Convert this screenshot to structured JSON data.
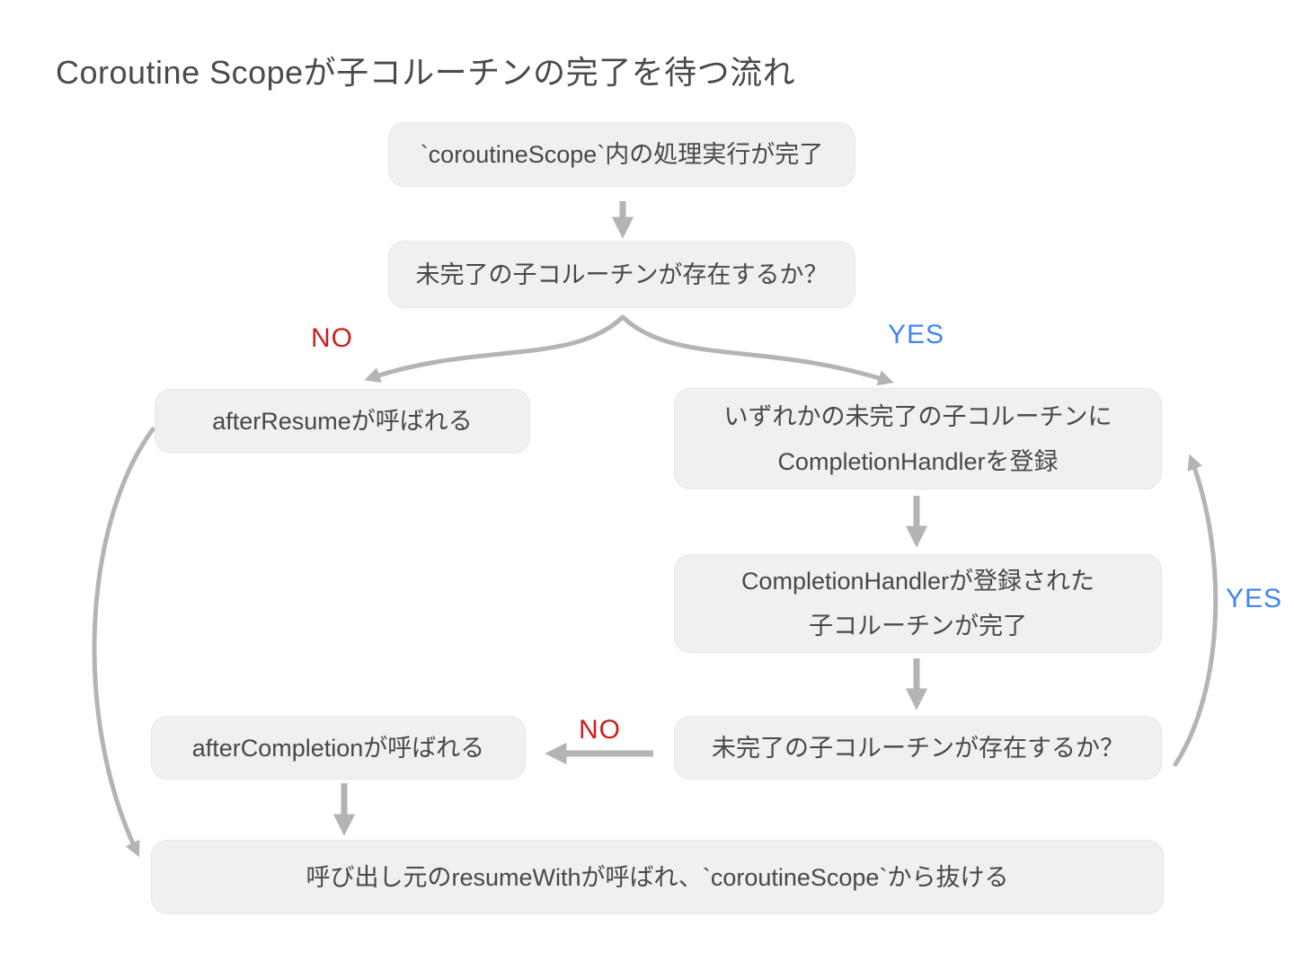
{
  "title": "Coroutine Scopeが子コルーチンの完了を待つ流れ",
  "colors": {
    "background": "#ffffff",
    "box_bg": "#f0f0f0",
    "box_border": "#e7e7e7",
    "text": "#484848",
    "arrow": "#b4b4b4",
    "no_label": "#cc1f1a",
    "yes_label": "#4285f4"
  },
  "nodes": {
    "scopeDone": {
      "lines": [
        "`coroutineScope`内の処理実行が完了"
      ]
    },
    "hasPending1": {
      "lines": [
        "未完了の子コルーチンが存在するか？"
      ]
    },
    "afterResume": {
      "lines": [
        "afterResumeが呼ばれる"
      ]
    },
    "registerHandler": {
      "lines": [
        "いずれかの未完了の子コルーチンに",
        "CompletionHandlerを登録"
      ]
    },
    "handlerCompleted": {
      "lines": [
        "CompletionHandlerが登録された",
        "子コルーチンが完了"
      ]
    },
    "hasPending2": {
      "lines": [
        "未完了の子コルーチンが存在するか？"
      ]
    },
    "afterCompletion": {
      "lines": [
        "afterCompletionが呼ばれる"
      ]
    },
    "resumeWith": {
      "lines": [
        "呼び出し元のresumeWithが呼ばれ、`coroutineScope`から抜ける"
      ]
    }
  },
  "edge_labels": {
    "no_top": "NO",
    "yes_top": "YES",
    "no_mid": "NO",
    "yes_loop": "YES"
  }
}
